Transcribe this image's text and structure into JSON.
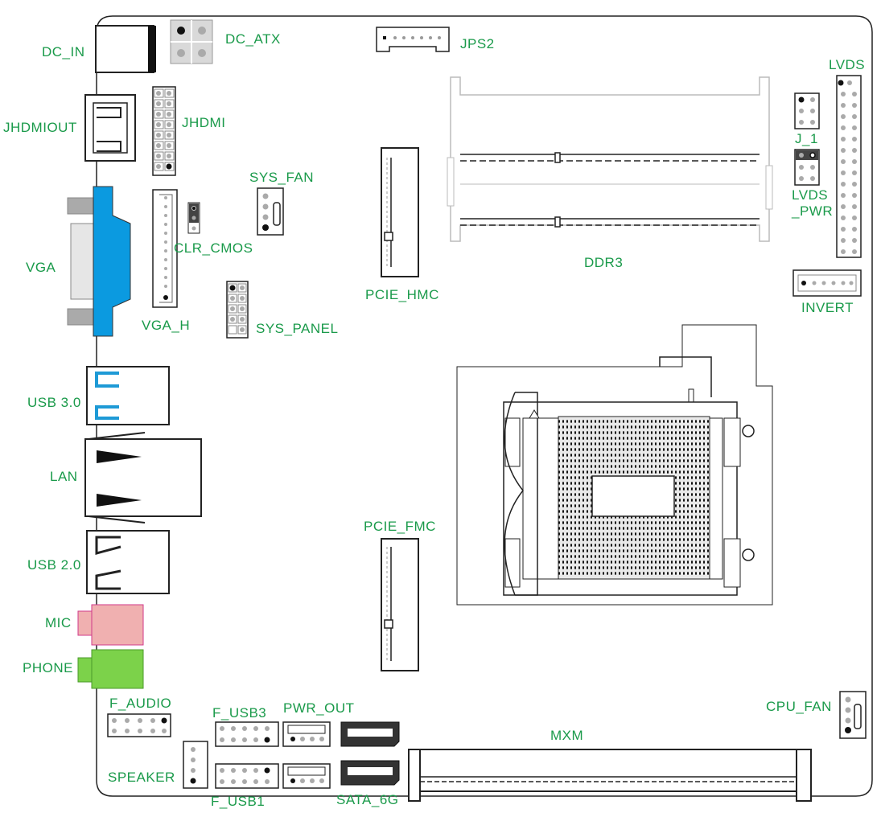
{
  "colors": {
    "label": "#1a9a4a",
    "outline": "#222222",
    "vga": "#0b9ae0",
    "usb3": "#1e9ad6",
    "mic": "#f0b0b0",
    "mic_border": "#d03a8a",
    "phone": "#7cd24a",
    "pin": "#bdbdbd",
    "jumper": "#444444"
  },
  "labels": {
    "dc_in": "DC_IN",
    "dc_atx": "DC_ATX",
    "jps2": "JPS2",
    "lvds": "LVDS",
    "jhdmiout": "JHDMIOUT",
    "jhdmi": "JHDMI",
    "sys_fan": "SYS_FAN",
    "j_1": "J_1",
    "lvds_pwr_1": "LVDS",
    "lvds_pwr_2": "_PWR",
    "clr_cmos": "CLR_CMOS",
    "vga": "VGA",
    "ddr3": "DDR3",
    "pcie_hmc": "PCIE_HMC",
    "invert": "INVERT",
    "vga_h": "VGA_H",
    "sys_panel": "SYS_PANEL",
    "usb30": "USB 3.0",
    "lan": "LAN",
    "pcie_fmc": "PCIE_FMC",
    "usb20": "USB 2.0",
    "mic": "MIC",
    "phone": "PHONE",
    "f_audio": "F_AUDIO",
    "f_usb3": "F_USB3",
    "pwr_out": "PWR_OUT",
    "mxm": "MXM",
    "cpu_fan": "CPU_FAN",
    "speaker": "SPEAKER",
    "f_usb1": "F_USB1",
    "sata_6g": "SATA_6G"
  }
}
